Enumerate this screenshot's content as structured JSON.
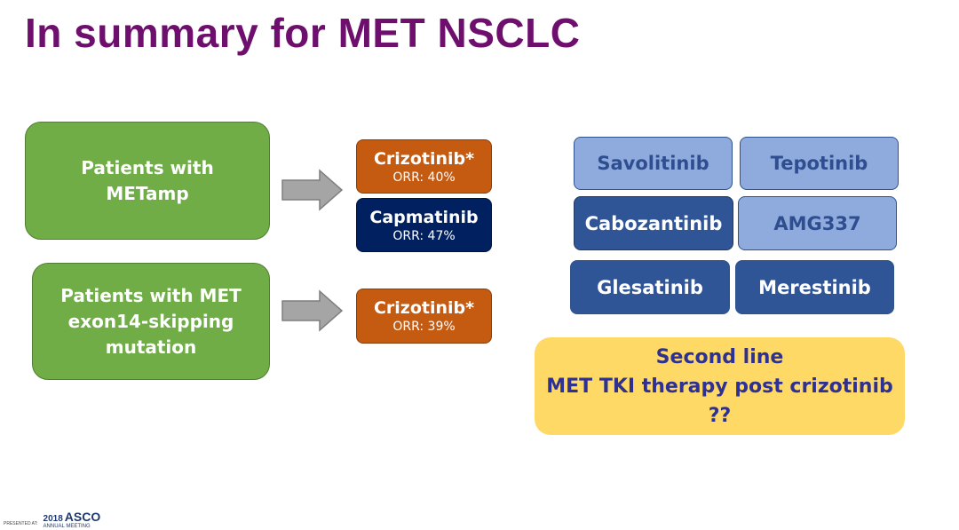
{
  "title": "In summary for MET NSCLC",
  "patients": [
    {
      "label_lines": [
        "Patients with",
        "METamp"
      ]
    },
    {
      "label_lines": [
        "Patients with MET",
        "exon14-skipping",
        "mutation"
      ]
    }
  ],
  "drugs": [
    {
      "name": "Crizotinib*",
      "orr": "ORR: 40%",
      "color": "#c55a11"
    },
    {
      "name": "Capmatinib",
      "orr": "ORR: 47%",
      "color": "#002060"
    },
    {
      "name": "Crizotinib*",
      "orr": "ORR: 39%",
      "color": "#c55a11"
    }
  ],
  "agents": [
    {
      "label": "Savolitinib",
      "color": "#8faadc"
    },
    {
      "label": "Tepotinib",
      "color": "#8faadc"
    },
    {
      "label": "Cabozantinib",
      "color": "#2f5597"
    },
    {
      "label": "AMG337",
      "color": "#8faadc"
    },
    {
      "label": "Glesatinib",
      "color": "#2f5597"
    },
    {
      "label": "Merestinib",
      "color": "#2f5597"
    }
  ],
  "second_line": {
    "lines": [
      "Second line",
      "MET TKI therapy post crizotinib ??"
    ]
  },
  "footer": {
    "presented": "PRESENTED AT:",
    "year": "2018",
    "brand": "ASCO",
    "sub": "ANNUAL MEETING"
  }
}
